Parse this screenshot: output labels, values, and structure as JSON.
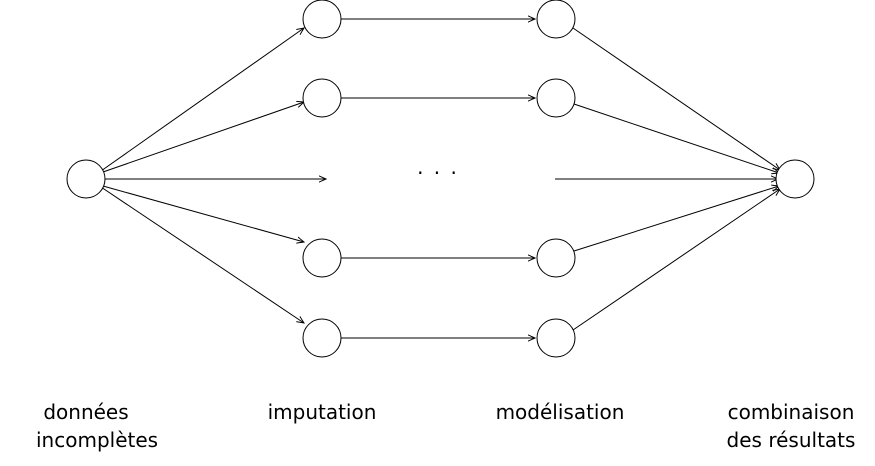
{
  "diagram": {
    "ellipsis": "· · ·",
    "stages": [
      {
        "id": "donnees",
        "lines": [
          "données",
          "incomplètes"
        ]
      },
      {
        "id": "imputation",
        "lines": [
          "imputation"
        ]
      },
      {
        "id": "modelisation",
        "lines": [
          "modélisation"
        ]
      },
      {
        "id": "combinaison",
        "lines": [
          "combinaison",
          "des résultats"
        ]
      }
    ]
  }
}
